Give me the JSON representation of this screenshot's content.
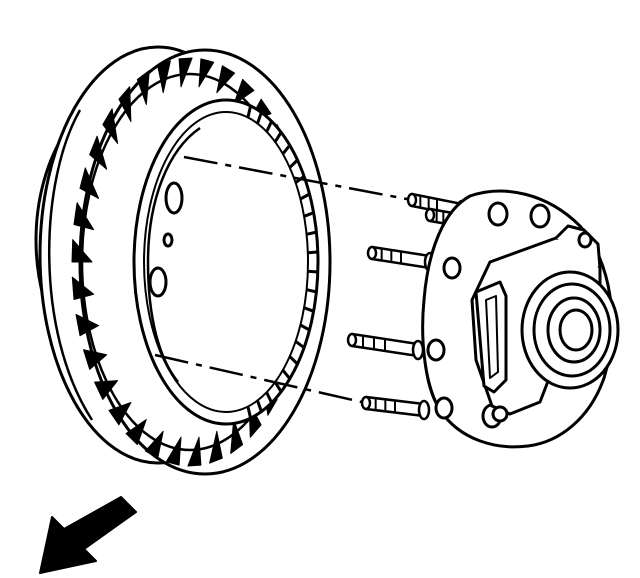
{
  "figure": {
    "background_color": "#ffffff",
    "line_color": "#000000",
    "parts": [
      "brake-rotor",
      "wheel-hub-bearing-assembly",
      "wheel-studs",
      "direction-arrow"
    ],
    "wheel_stud_count": 5,
    "rotor_vent_count": 34,
    "arrow_icon": "arrow-down-left-icon"
  }
}
